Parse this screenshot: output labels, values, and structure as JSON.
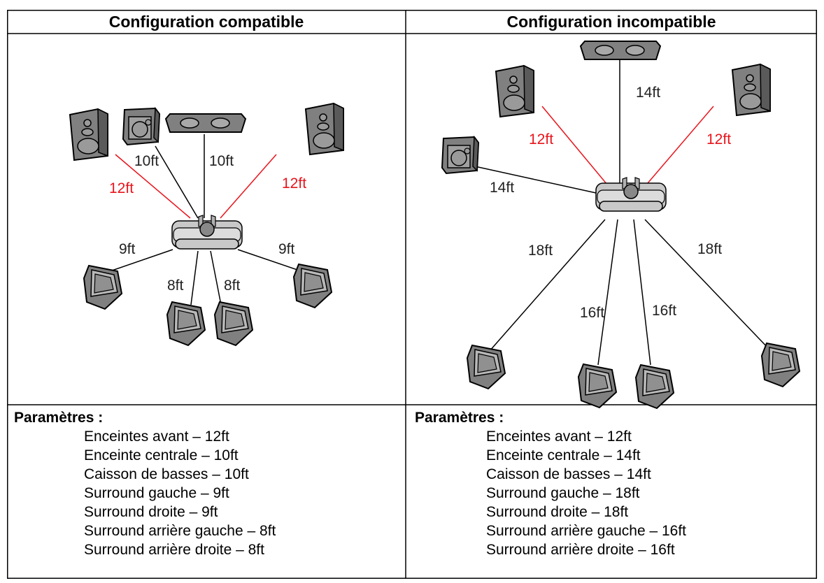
{
  "headers": {
    "left": "Configuration compatible",
    "right": "Configuration incompatible"
  },
  "colors": {
    "warning_line": "#e8141b",
    "normal_line": "#000000",
    "speaker_fill": "#808080",
    "sofa_fill": "#c8c8c8"
  },
  "compatible": {
    "labels": {
      "front_left": "12ft",
      "front_right": "12ft",
      "center": "10ft",
      "subwoofer": "10ft",
      "surround_left": "9ft",
      "surround_right": "9ft",
      "rear_left": "8ft",
      "rear_right": "8ft"
    },
    "params_title": "Paramètres :",
    "params": [
      "Enceintes avant – 12ft",
      "Enceinte centrale – 10ft",
      "Caisson de basses – 10ft",
      "Surround gauche – 9ft",
      "Surround droite – 9ft",
      "Surround arrière gauche – 8ft",
      "Surround arrière droite – 8ft"
    ]
  },
  "incompatible": {
    "labels": {
      "center": "14ft",
      "front_left": "12ft",
      "front_right": "12ft",
      "subwoofer": "14ft",
      "surround_left": "18ft",
      "surround_right": "18ft",
      "rear_left": "16ft",
      "rear_right": "16ft"
    },
    "params_title": "Paramètres :",
    "params": [
      "Enceintes avant – 12ft",
      "Enceinte centrale – 14ft",
      "Caisson de basses – 14ft",
      "Surround gauche – 18ft",
      "Surround droite – 18ft",
      "Surround arrière gauche – 16ft",
      "Surround arrière droite – 16ft"
    ]
  }
}
